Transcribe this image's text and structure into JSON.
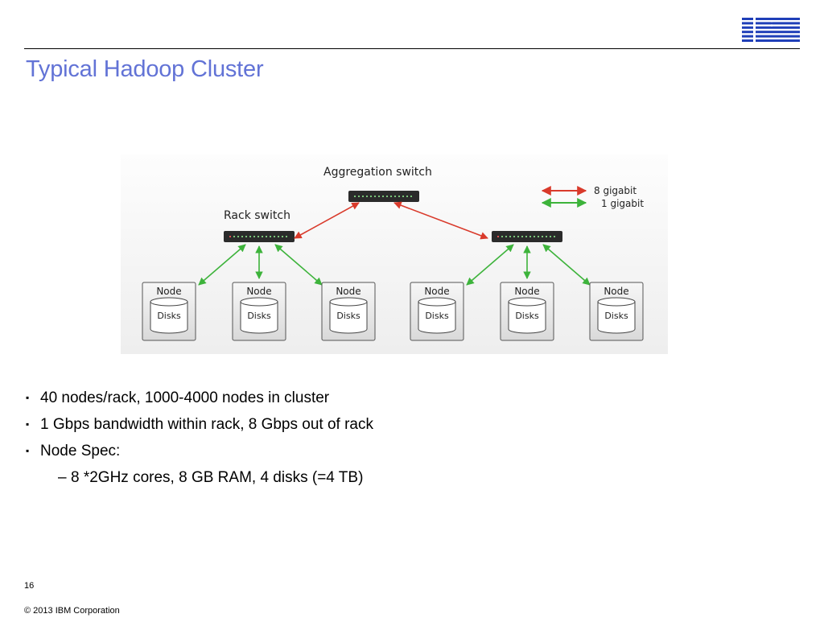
{
  "header": {
    "logo_text": "IBM",
    "title": "Typical Hadoop Cluster"
  },
  "diagram": {
    "aggregation_label": "Aggregation switch",
    "rack_label": "Rack switch",
    "legend": [
      {
        "label": "8 gigabit",
        "color": "#d93a2b"
      },
      {
        "label": "1 gigabit",
        "color": "#3db33b"
      }
    ],
    "node_label": "Node",
    "disks_label": "Disks",
    "colors": {
      "eight_gig": "#d93a2b",
      "one_gig": "#3db33b",
      "switch": "#2b2b2b"
    }
  },
  "bullets": [
    {
      "marker": "▪",
      "text": "40 nodes/rack, 1000-4000 nodes in cluster"
    },
    {
      "marker": "▪",
      "text": "1 Gbps bandwidth within rack, 8 Gbps out of rack"
    },
    {
      "marker": "▪",
      "text": "Node Spec:"
    }
  ],
  "sub_bullets": [
    {
      "marker": "–",
      "text": "8 *2GHz cores, 8 GB RAM, 4 disks (=4 TB)"
    }
  ],
  "footer": {
    "page_number": "16",
    "copyright": "© 2013 IBM Corporation"
  }
}
